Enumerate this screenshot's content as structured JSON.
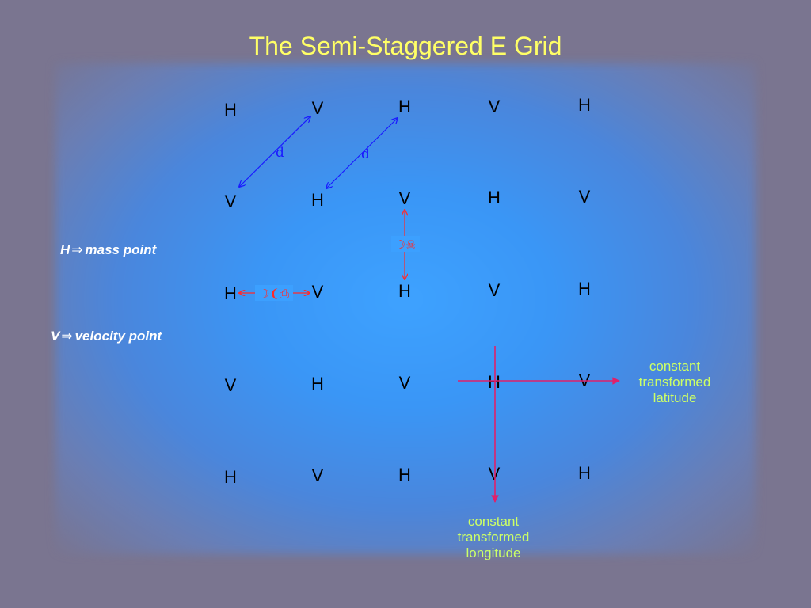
{
  "title": "The Semi-Staggered E Grid",
  "legend": {
    "h_point": {
      "symbol": "H",
      "arrow": "⇒",
      "text": "mass point"
    },
    "v_point": {
      "symbol": "V",
      "arrow": "⇒",
      "text": "velocity point"
    }
  },
  "grid_rows": [
    [
      "H",
      "V",
      "H",
      "V",
      "H"
    ],
    [
      "V",
      "H",
      "V",
      "H",
      "V"
    ],
    [
      "H",
      "V",
      "H",
      "V",
      "H"
    ],
    [
      "V",
      "H",
      "V",
      "H",
      "V"
    ],
    [
      "H",
      "V",
      "H",
      "V",
      "H"
    ]
  ],
  "distance_labels": [
    "d",
    "d"
  ],
  "garbled_symbols": {
    "vertical": "☽☠",
    "horizontal": "☽❨⎙"
  },
  "axis_labels": {
    "latitude": [
      "constant",
      "transformed",
      "latitude"
    ],
    "longitude": [
      "constant",
      "transformed",
      "longitude"
    ]
  },
  "colors": {
    "title": "#ffff66",
    "axis_label": "#ccff66",
    "distance_arrow": "#1a1aff",
    "spacing_arrow": "#ff2a2a",
    "axis_line": "#e0206a"
  }
}
